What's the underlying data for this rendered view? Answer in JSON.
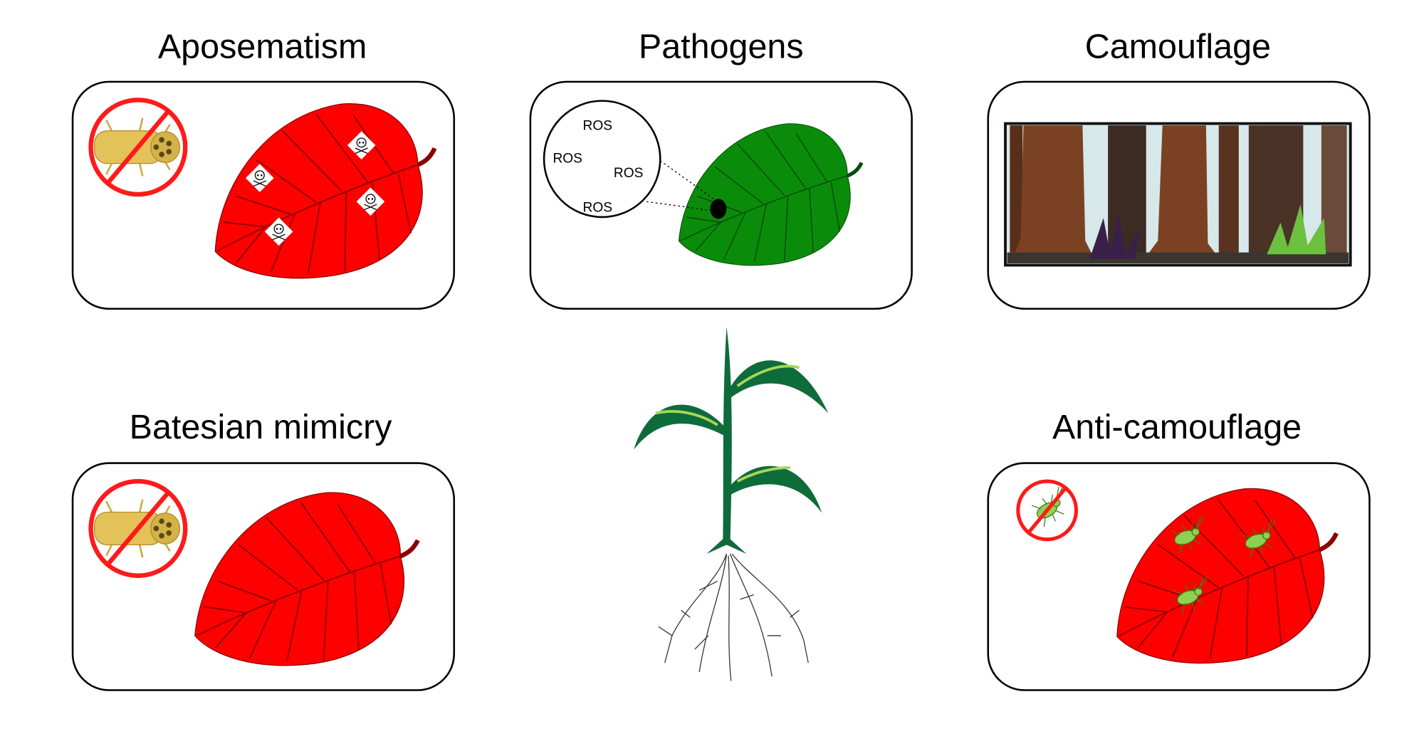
{
  "panels": {
    "aposematism": {
      "title": "Aposematism"
    },
    "pathogens": {
      "title": "Pathogens",
      "ros_labels": [
        "ROS",
        "ROS",
        "ROS",
        "ROS"
      ]
    },
    "camouflage": {
      "title": "Camouflage"
    },
    "batesian": {
      "title": "Batesian mimicry"
    },
    "anticamouflage": {
      "title": "Anti-camouflage"
    }
  },
  "colors": {
    "red_leaf": "#ff0000",
    "red_vein": "#8b0000",
    "green_leaf": "#0a8c0a",
    "green_vein": "#064d06",
    "plant_green": "#0e6b3a",
    "plant_stripe": "#a8d65a",
    "tree_brown": "#6b3a1f",
    "sky": "#d6e8ea"
  }
}
